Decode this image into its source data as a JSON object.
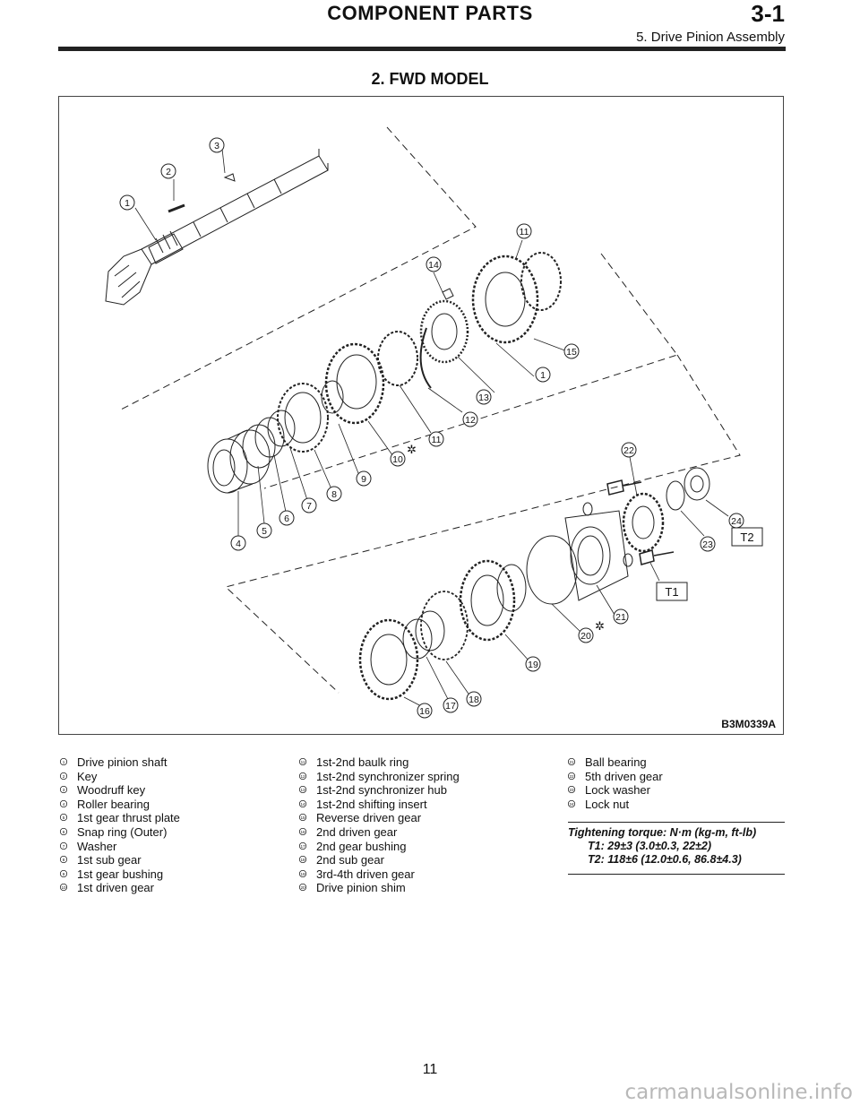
{
  "header": {
    "title": "COMPONENT PARTS",
    "code": "3-1",
    "subtitle": "5. Drive Pinion Assembly"
  },
  "section_title": "2. FWD MODEL",
  "figure": {
    "code": "B3M0339A",
    "torque_tags": [
      "T1",
      "T2"
    ],
    "callouts": [
      "1",
      "2",
      "3",
      "4",
      "5",
      "6",
      "7",
      "8",
      "9",
      "10",
      "11",
      "12",
      "13",
      "14",
      "15",
      "16",
      "17",
      "18",
      "19",
      "20",
      "21",
      "22",
      "23",
      "24"
    ]
  },
  "legend": {
    "col1": [
      {
        "n": "1",
        "text": "Drive pinion shaft"
      },
      {
        "n": "2",
        "text": "Key"
      },
      {
        "n": "3",
        "text": "Woodruff key"
      },
      {
        "n": "4",
        "text": "Roller bearing"
      },
      {
        "n": "5",
        "text": "1st gear thrust plate"
      },
      {
        "n": "6",
        "text": "Snap ring (Outer)"
      },
      {
        "n": "7",
        "text": "Washer"
      },
      {
        "n": "8",
        "text": "1st sub gear"
      },
      {
        "n": "9",
        "text": "1st gear bushing"
      },
      {
        "n": "10",
        "text": "1st driven gear"
      }
    ],
    "col2": [
      {
        "n": "11",
        "text": "1st-2nd baulk ring"
      },
      {
        "n": "12",
        "text": "1st-2nd synchronizer spring"
      },
      {
        "n": "13",
        "text": "1st-2nd synchronizer hub"
      },
      {
        "n": "14",
        "text": "1st-2nd shifting insert"
      },
      {
        "n": "15",
        "text": "Reverse driven gear"
      },
      {
        "n": "16",
        "text": "2nd driven gear"
      },
      {
        "n": "17",
        "text": "2nd gear bushing"
      },
      {
        "n": "18",
        "text": "2nd sub gear"
      },
      {
        "n": "19",
        "text": "3rd-4th driven gear"
      },
      {
        "n": "20",
        "text": "Drive pinion shim"
      }
    ],
    "col3": [
      {
        "n": "21",
        "text": "Ball bearing"
      },
      {
        "n": "22",
        "text": "5th driven gear"
      },
      {
        "n": "23",
        "text": "Lock washer"
      },
      {
        "n": "24",
        "text": "Lock nut"
      }
    ]
  },
  "torque": {
    "heading": "Tightening torque: N·m (kg-m, ft-lb)",
    "t1": "T1: 29±3 (3.0±0.3, 22±2)",
    "t2": "T2: 118±6 (12.0±0.6, 86.8±4.3)"
  },
  "page_number": "11",
  "watermark": "carmanualsonline.info"
}
